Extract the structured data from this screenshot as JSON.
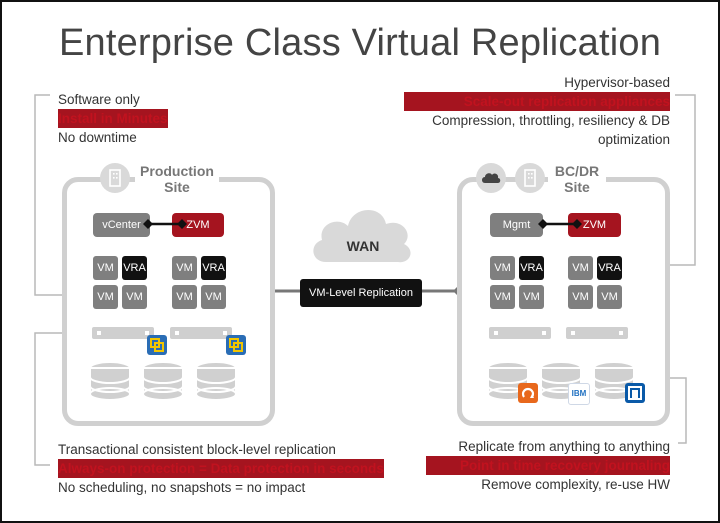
{
  "title": "Enterprise Class Virtual Replication",
  "left_top_notes": [
    "Software only",
    "Install in Minutes",
    "No downtime"
  ],
  "right_top_notes": [
    "Hypervisor-based",
    "Scale-out replication appliances",
    "Compression, throttling, resiliency & DB",
    "optimization"
  ],
  "left_bottom_notes": [
    "Transactional consistent block-level replication",
    "Always-on protection = Data protection in seconds",
    "No scheduling, no snapshots = no impact"
  ],
  "right_bottom_notes": [
    "Replicate from anything to anything",
    "Point in time recovery journaling",
    "Remove complexity, re-use HW"
  ],
  "production": {
    "label_line1": "Production",
    "label_line2": "Site",
    "vcenter": "vCenter",
    "zvm": "ZVM",
    "vm": "VM",
    "vra": "VRA"
  },
  "bcdr": {
    "label_line1": "BC/DR",
    "label_line2": "Site",
    "mgmt": "Mgmt",
    "zvm": "ZVM",
    "vm": "VM",
    "vra": "VRA",
    "ibm": "IBM"
  },
  "wan_label": "WAN",
  "wan_box": "VM-Level Replication",
  "colors": {
    "accent_red": "#a5141f",
    "text_red": "#c1121f",
    "gray_box": "#7f7f7f",
    "black_box": "#111111",
    "site_border": "#d0d0d0"
  }
}
